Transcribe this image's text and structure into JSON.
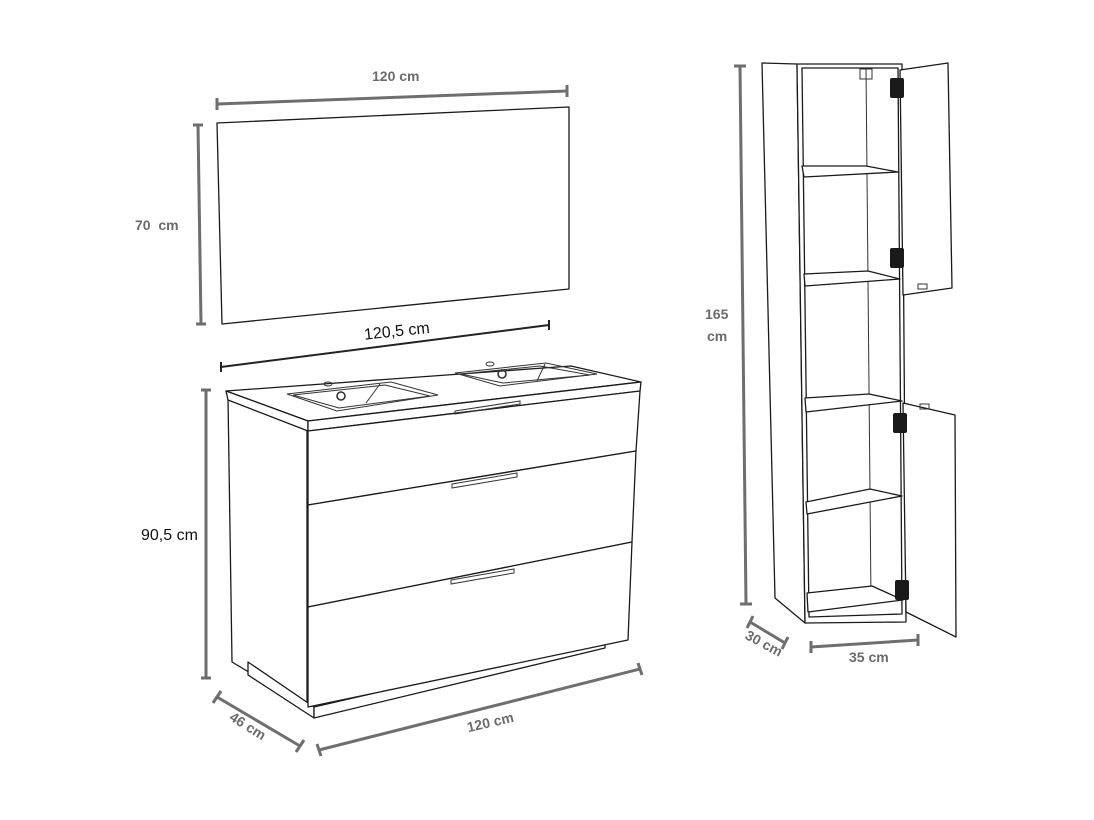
{
  "diagram": {
    "title": "Bathroom furniture set dimensions",
    "mirror": {
      "width_label": "120 cm",
      "height_label": "70  cm"
    },
    "vanity": {
      "top_width_label": "120,5 cm",
      "height_label": "90,5 cm",
      "depth_label": "46 cm",
      "width_label": "120 cm",
      "drawers": 3,
      "basins": 2
    },
    "column": {
      "height_label_line1": "165",
      "height_label_line2": "cm",
      "depth_label": "30 cm",
      "width_label": "35 cm",
      "doors": 2,
      "shelves": 4
    },
    "colors": {
      "dimension_line": "#6e6e6e",
      "outline": "#1a1a1a",
      "background": "#ffffff"
    }
  }
}
